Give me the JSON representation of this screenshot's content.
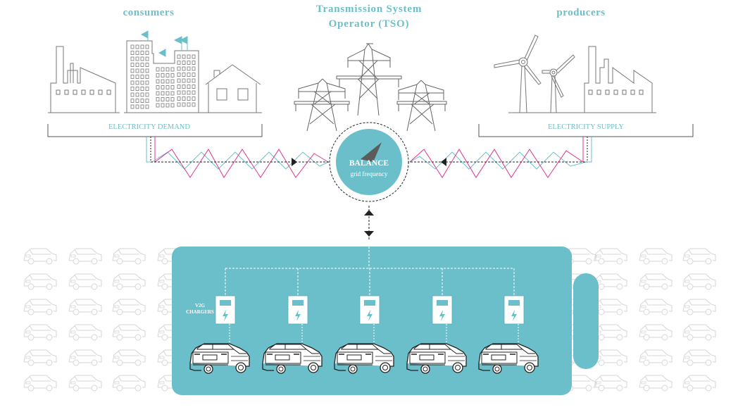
{
  "headings": {
    "consumers": "consumers",
    "tso_line1": "Transmission System",
    "tso_line2": "Operator (TSO)",
    "producers": "producers"
  },
  "labels": {
    "demand": "ELECTRICITY DEMAND",
    "supply": "ELECTRICITY SUPPLY",
    "balance": "BALANCE",
    "grid_frequency": "grid frequency",
    "v2g_line1": "V2G",
    "v2g_line2": "CHARGERS"
  },
  "colors": {
    "accent": "#6bbfca",
    "magenta": "#e0348f",
    "line": "#777777",
    "bg_car": "#d9d9d9",
    "white": "#ffffff",
    "dark": "#222222"
  },
  "icons": {
    "charger": "lightning-bolt-icon",
    "car": "suv-rear-icon",
    "gauge": "gauge-needle-icon"
  }
}
